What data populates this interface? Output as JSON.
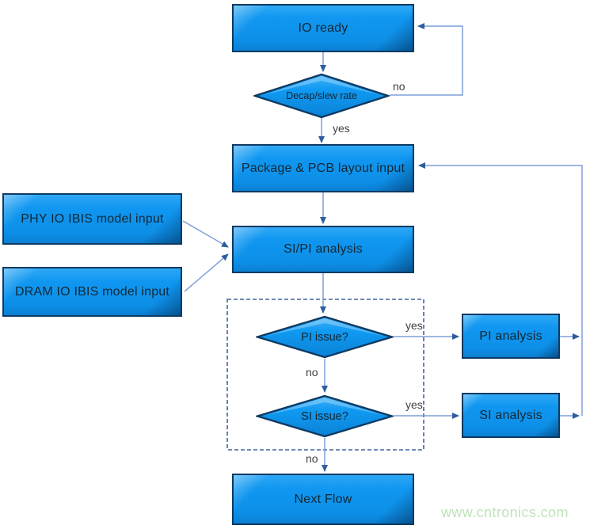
{
  "diagram": {
    "kind": "flowchart",
    "colors": {
      "node_fill": "#0d93ec",
      "node_border": "#0e3a63",
      "connector": "#7f9fd8",
      "arrowhead": "#2e5d9f",
      "dashed_border": "#41639e",
      "node_text": "#132733",
      "edge_label_text": "#3f3f3f",
      "watermark": "#c0e3ba"
    },
    "nodes": {
      "io_ready": {
        "label": "IO ready",
        "type": "process"
      },
      "decap_slew": {
        "label": "Decap/slew rate",
        "type": "decision"
      },
      "package_pcb": {
        "label": "Package & PCB layout input",
        "type": "process"
      },
      "phy_ibis": {
        "label": "PHY IO IBIS model input",
        "type": "process"
      },
      "dram_ibis": {
        "label": "DRAM IO IBIS model input",
        "type": "process"
      },
      "sipi": {
        "label": "SI/PI analysis",
        "type": "process"
      },
      "pi_issue": {
        "label": "PI issue?",
        "type": "decision"
      },
      "si_issue": {
        "label": "SI issue?",
        "type": "decision"
      },
      "pi_analysis": {
        "label": "PI analysis",
        "type": "process"
      },
      "si_analysis": {
        "label": "SI analysis",
        "type": "process"
      },
      "next_flow": {
        "label": "Next Flow",
        "type": "process"
      }
    },
    "edge_labels": {
      "decap_no": "no",
      "decap_yes": "yes",
      "pi_issue_yes": "yes",
      "pi_issue_no": "no",
      "si_issue_yes": "yes",
      "si_issue_no": "no"
    },
    "watermark": "www.cntronics.com"
  }
}
